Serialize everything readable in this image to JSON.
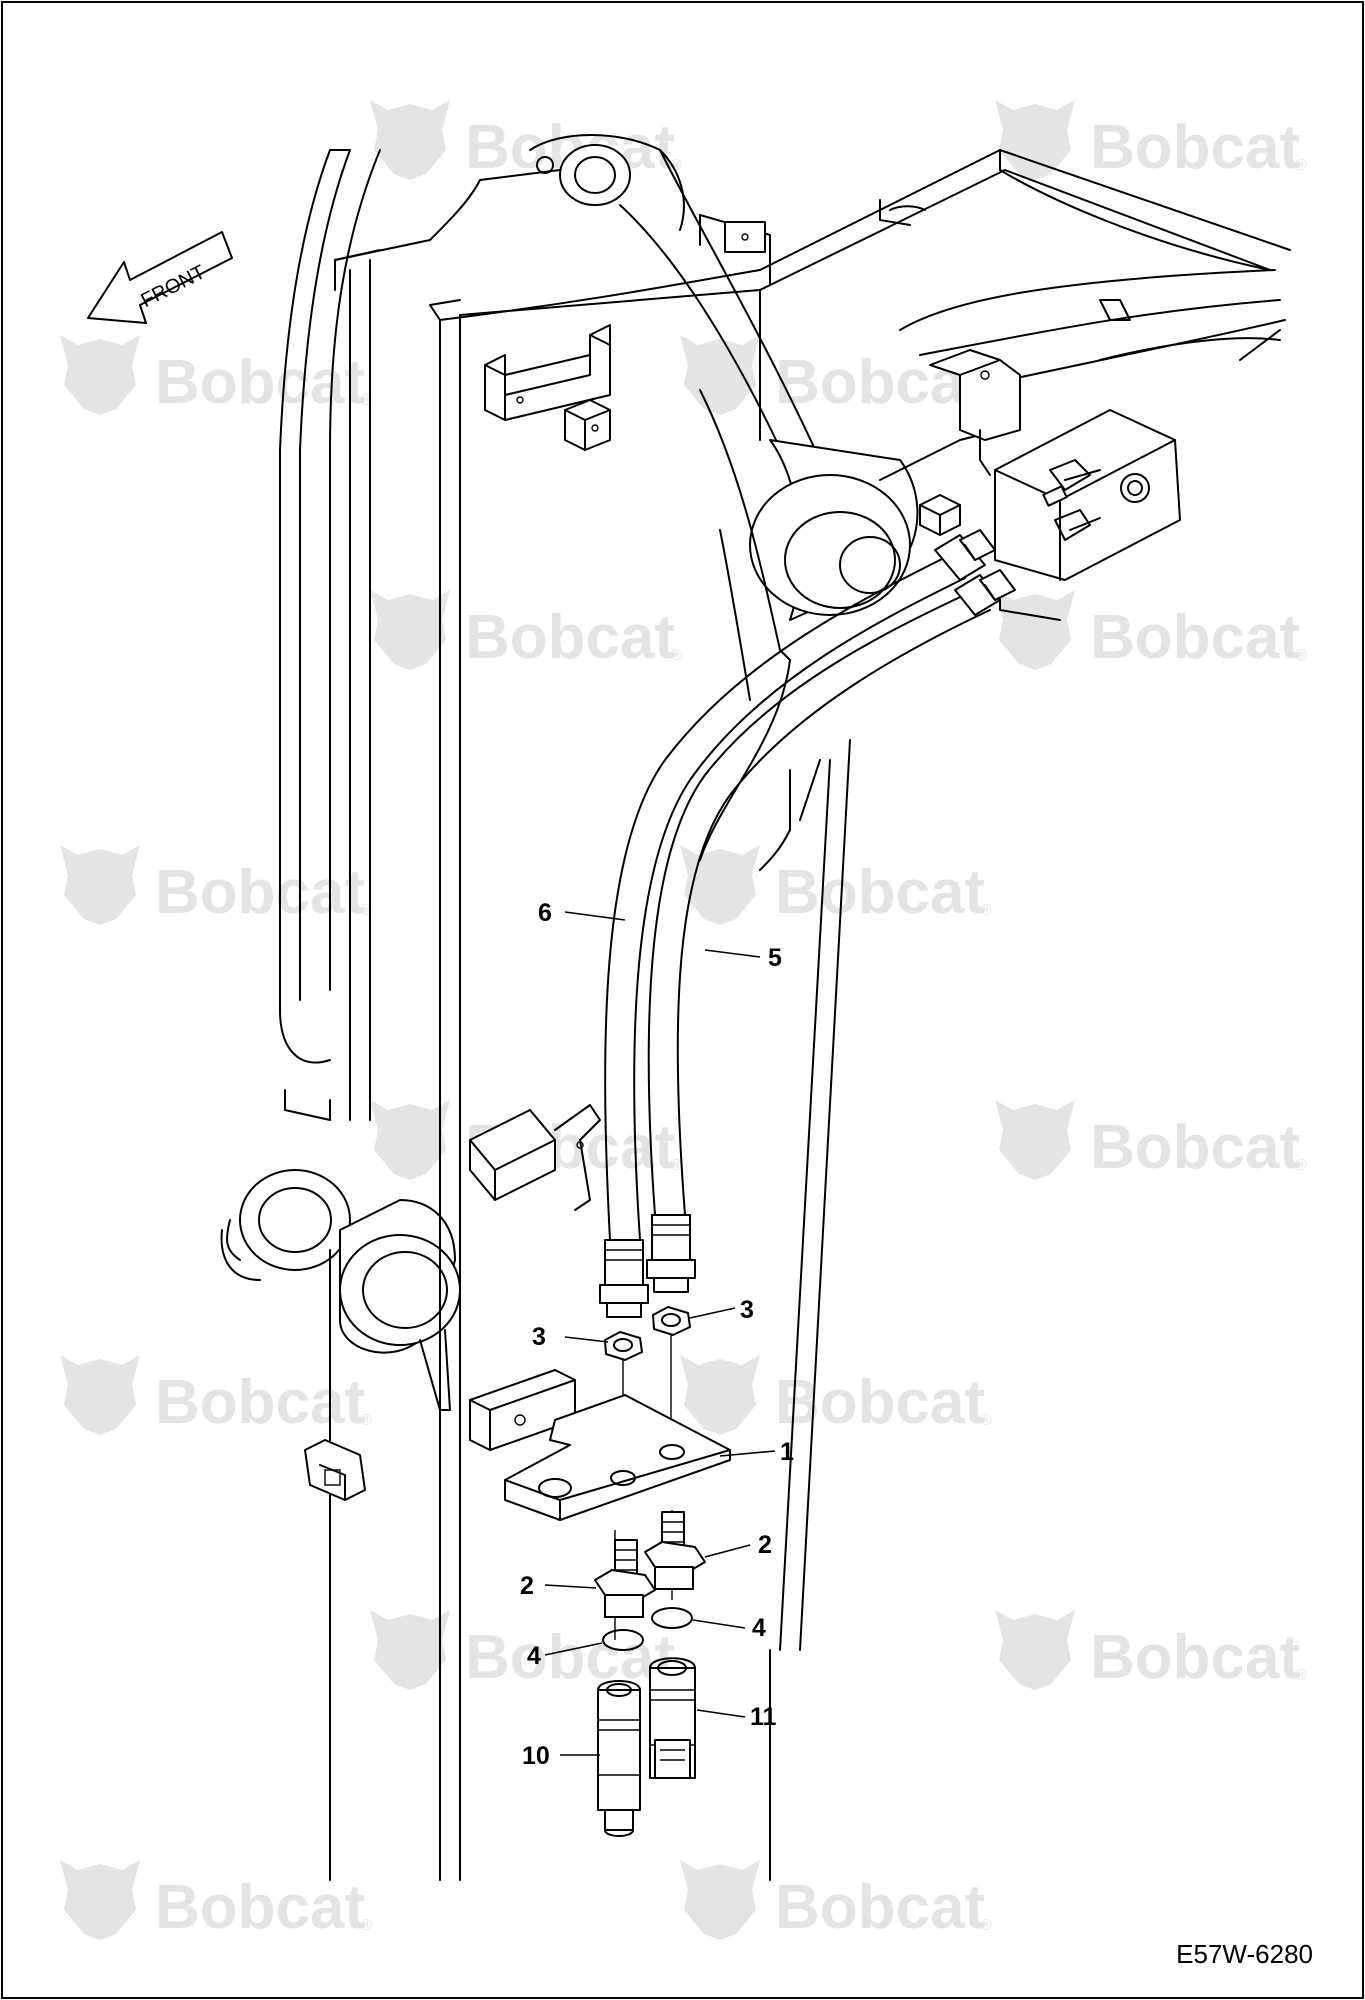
{
  "diagram": {
    "direction_label": "FRONT",
    "drawing_number": "E57W-6280",
    "watermark": "Bobcat",
    "watermark_mark": "®",
    "watermark_icon": "bobcat-logo-icon",
    "callouts": [
      {
        "id": "c6",
        "label": "6"
      },
      {
        "id": "c5",
        "label": "5"
      },
      {
        "id": "c3a",
        "label": "3"
      },
      {
        "id": "c3b",
        "label": "3"
      },
      {
        "id": "c1",
        "label": "1"
      },
      {
        "id": "c2a",
        "label": "2"
      },
      {
        "id": "c2b",
        "label": "2"
      },
      {
        "id": "c4a",
        "label": "4"
      },
      {
        "id": "c4b",
        "label": "4"
      },
      {
        "id": "c11",
        "label": "11"
      },
      {
        "id": "c10",
        "label": "10"
      }
    ]
  }
}
